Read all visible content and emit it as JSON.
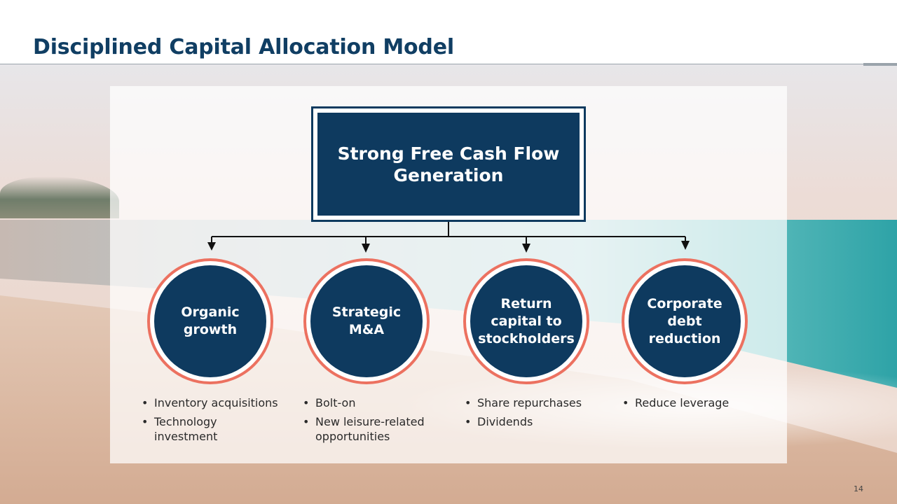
{
  "slide": {
    "title": "Disciplined Capital Allocation Model",
    "page_number": "14"
  },
  "diagram": {
    "root": "Strong Free Cash Flow Generation",
    "branches": [
      {
        "label": "Organic growth",
        "bullets": [
          "Inventory acquisitions",
          "Technology investment"
        ]
      },
      {
        "label": "Strategic M&A",
        "bullets": [
          "Bolt-on",
          "New leisure-related opportunities"
        ]
      },
      {
        "label": "Return capital to stockholders",
        "bullets": [
          "Share repurchases",
          "Dividends"
        ]
      },
      {
        "label": "Corporate debt reduction",
        "bullets": [
          "Reduce leverage"
        ]
      }
    ]
  },
  "colors": {
    "navy": "#0e3a5f",
    "ring": "#ec7160",
    "title": "#103e63"
  }
}
